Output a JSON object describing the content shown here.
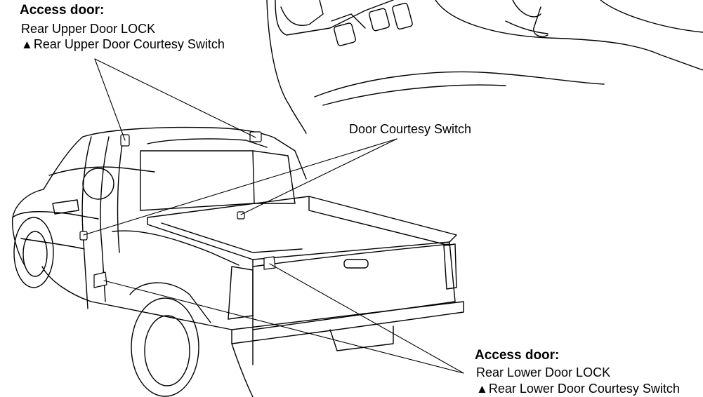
{
  "callouts": {
    "upper": {
      "heading": "Access door:",
      "line1": "Rear Upper Door LOCK",
      "line2_marker": "▲",
      "line2": "Rear Upper Door Courtesy Switch"
    },
    "middle": {
      "label": "Door Courtesy Switch"
    },
    "lower": {
      "heading": "Access door:",
      "line1": "Rear Lower Door LOCK",
      "line2_marker": "▲",
      "line2": "Rear Lower Door Courtesy Switch"
    }
  },
  "colors": {
    "ink": "#000000",
    "background": "#ffffff"
  }
}
